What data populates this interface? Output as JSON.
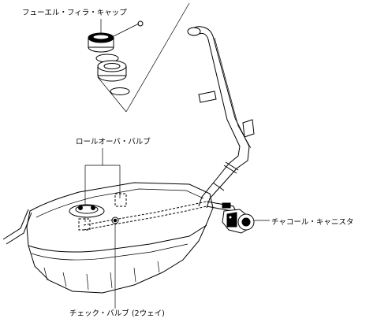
{
  "labels": {
    "fuel_filler_cap": "フューエル・フィラ・キャップ",
    "rollover_valve": "ロールオーバ・バルブ",
    "charcoal_canister": "チャコール・キャニスタ",
    "check_valve": "チェック・バルブ (2ウェイ)"
  }
}
